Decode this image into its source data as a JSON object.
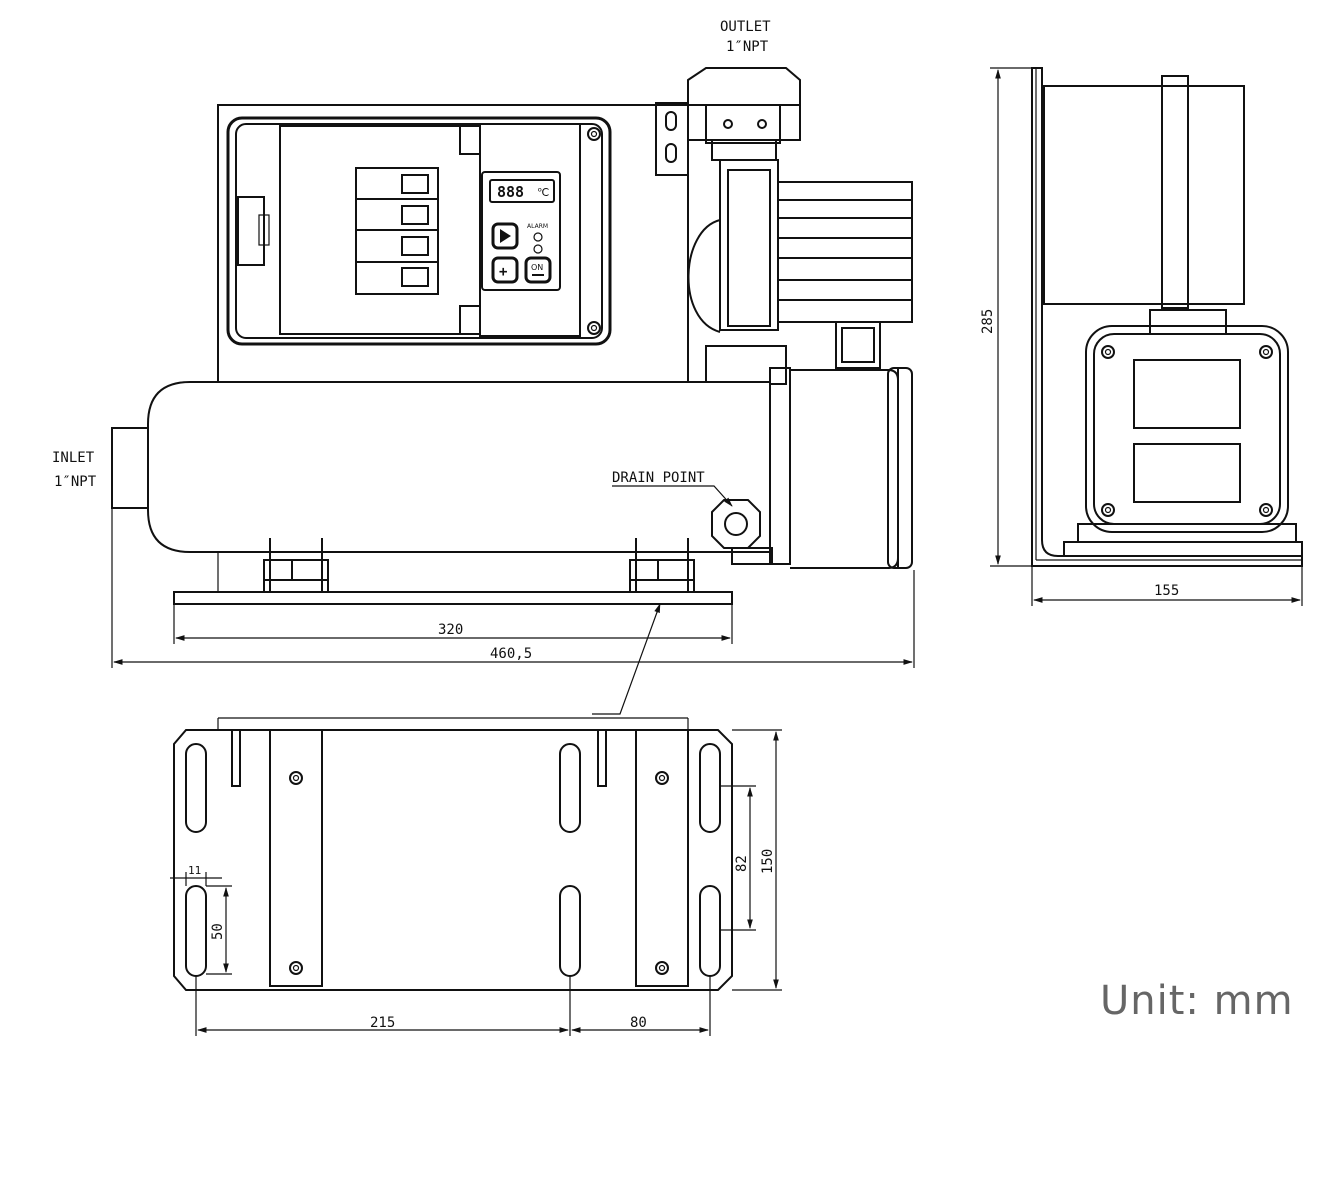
{
  "labels": {
    "outlet_line1": "OUTLET",
    "outlet_line2": "1″NPT",
    "inlet_line1": "INLET",
    "inlet_line2": "1″NPT",
    "drain": "DRAIN POINT",
    "alarm": "ALARM",
    "display": "888",
    "display_unit": "℃",
    "on_button": "ON"
  },
  "dimensions": {
    "base_length": "320",
    "total_length": "460,5",
    "height": "285",
    "depth": "155",
    "slot_width": "11",
    "slot_length": "50",
    "hole_spacing_long": "215",
    "hole_spacing_short": "80",
    "slot_spacing": "82",
    "plate_width": "150"
  },
  "unit_note": "Unit: mm"
}
